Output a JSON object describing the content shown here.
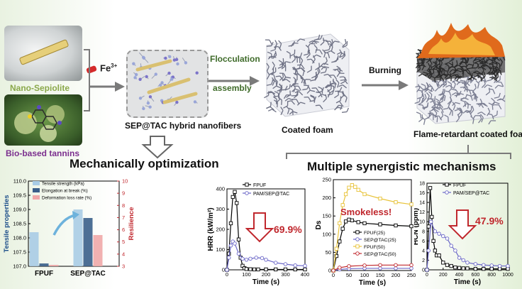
{
  "top": {
    "sepiolite_label": "Nano-Sepiolite",
    "tannin_label": "Bio-based tannins",
    "fe_label": "Fe",
    "fe_sup": "3+",
    "hybrid_label": "SEP@TAC hybrid nanofibers",
    "flocculation_line1": "Flocculation",
    "flocculation_line2": "assembly",
    "coated_foam_label": "Coated foam",
    "burning_label": "Burning",
    "fr_foam_label": "Flame-retardant coated foam"
  },
  "sections": {
    "mechanical_title": "Mechanically optimization",
    "synergy_title": "Multiple synergistic mechanisms"
  },
  "colors": {
    "green_label": "#8aa84a",
    "purple_label": "#7b2f8e",
    "flocculation": "#3f6b2a",
    "red_callout": "#c0272d",
    "fe_marker": "#d42a2a",
    "arrow_gray": "#7a7a7a",
    "chart_black": "#000000",
    "chart_purple": "#6c68c8",
    "chart_yellow": "#e8c33a",
    "chart_red": "#c0272d"
  },
  "chart_data": [
    {
      "type": "bar",
      "categories": [
        "FPUF",
        "SEP@TAC"
      ],
      "ylabel": "Tensile properties",
      "ylim": [
        107.0,
        110.0
      ],
      "y2label": "Resilience",
      "y2lim": [
        3,
        10
      ],
      "series": [
        {
          "name": "Tensile strength (kPa)",
          "values": [
            108.2,
            109.0
          ]
        },
        {
          "name": "Elongation at break (%)",
          "values": [
            107.1,
            108.7
          ]
        },
        {
          "name": "Deformation loss rate (%)",
          "values": [
            107.05,
            108.1
          ]
        }
      ]
    },
    {
      "type": "line",
      "xlabel": "Time (s)",
      "ylabel": "HRR (kW/m²)",
      "xlim": [
        0,
        400
      ],
      "ylim": [
        0,
        400
      ],
      "series": [
        {
          "name": "FPUF",
          "x": [
            0,
            10,
            20,
            30,
            40,
            50,
            60,
            70,
            80,
            90,
            100,
            120,
            140,
            160,
            200,
            250,
            300,
            350,
            400
          ],
          "y": [
            0,
            80,
            230,
            360,
            385,
            330,
            150,
            60,
            20,
            8,
            4,
            3,
            2,
            2,
            2,
            2,
            2,
            2,
            2
          ]
        },
        {
          "name": "PAM/SEP@TAC",
          "x": [
            0,
            10,
            20,
            30,
            40,
            60,
            80,
            100,
            120,
            150,
            180,
            200,
            250,
            300,
            350,
            400
          ],
          "y": [
            0,
            60,
            120,
            140,
            130,
            80,
            55,
            50,
            55,
            60,
            58,
            50,
            35,
            28,
            22,
            20
          ]
        }
      ],
      "annotation": "69.9%"
    },
    {
      "type": "line",
      "xlabel": "Time (s)",
      "ylabel": "Ds",
      "xlim": [
        0,
        250
      ],
      "ylim": [
        0,
        250
      ],
      "series": [
        {
          "name": "FPUF(25)",
          "x": [
            0,
            10,
            20,
            30,
            40,
            50,
            60,
            80,
            100,
            150,
            200,
            250
          ],
          "y": [
            0,
            40,
            80,
            115,
            135,
            140,
            138,
            133,
            130,
            127,
            124,
            122
          ]
        },
        {
          "name": "SEP@TAC(25)",
          "x": [
            0,
            20,
            50,
            100,
            150,
            200,
            250
          ],
          "y": [
            0,
            3,
            5,
            6,
            6,
            6,
            6
          ]
        },
        {
          "name": "FPUF(50)",
          "x": [
            0,
            10,
            20,
            30,
            40,
            50,
            60,
            70,
            80,
            100,
            150,
            200,
            250
          ],
          "y": [
            0,
            60,
            130,
            180,
            210,
            228,
            235,
            230,
            222,
            210,
            198,
            188,
            182
          ]
        },
        {
          "name": "SEP@TAC(50)",
          "x": [
            0,
            20,
            50,
            100,
            150,
            200,
            250
          ],
          "y": [
            0,
            8,
            12,
            14,
            15,
            15,
            15
          ]
        }
      ],
      "annotation": "Smokeless!"
    },
    {
      "type": "line",
      "xlabel": "Time (s)",
      "ylabel": "HCN (ppm)",
      "xlim": [
        0,
        1000
      ],
      "ylim": [
        0,
        18
      ],
      "series": [
        {
          "name": "FPUF",
          "x": [
            0,
            20,
            40,
            60,
            80,
            100,
            120,
            150,
            200,
            250,
            300,
            350,
            400,
            450,
            500,
            600,
            700,
            800,
            900,
            1000
          ],
          "y": [
            0,
            9,
            17,
            11,
            6,
            4,
            3,
            3,
            1.5,
            1,
            0.8,
            0.5,
            0.4,
            0.3,
            0.3,
            0.2,
            0.2,
            0.2,
            0.2,
            0.2
          ]
        },
        {
          "name": "PAM/SEP@TAC",
          "x": [
            0,
            20,
            50,
            100,
            150,
            200,
            250,
            300,
            350,
            400,
            450,
            500,
            600,
            700,
            800,
            900,
            1000
          ],
          "y": [
            0,
            4,
            10,
            8,
            7.5,
            7,
            6.5,
            5,
            4,
            2.5,
            2,
            1.5,
            1.2,
            1,
            0.9,
            0.8,
            0.8
          ]
        }
      ],
      "annotation": "47.9%"
    }
  ]
}
